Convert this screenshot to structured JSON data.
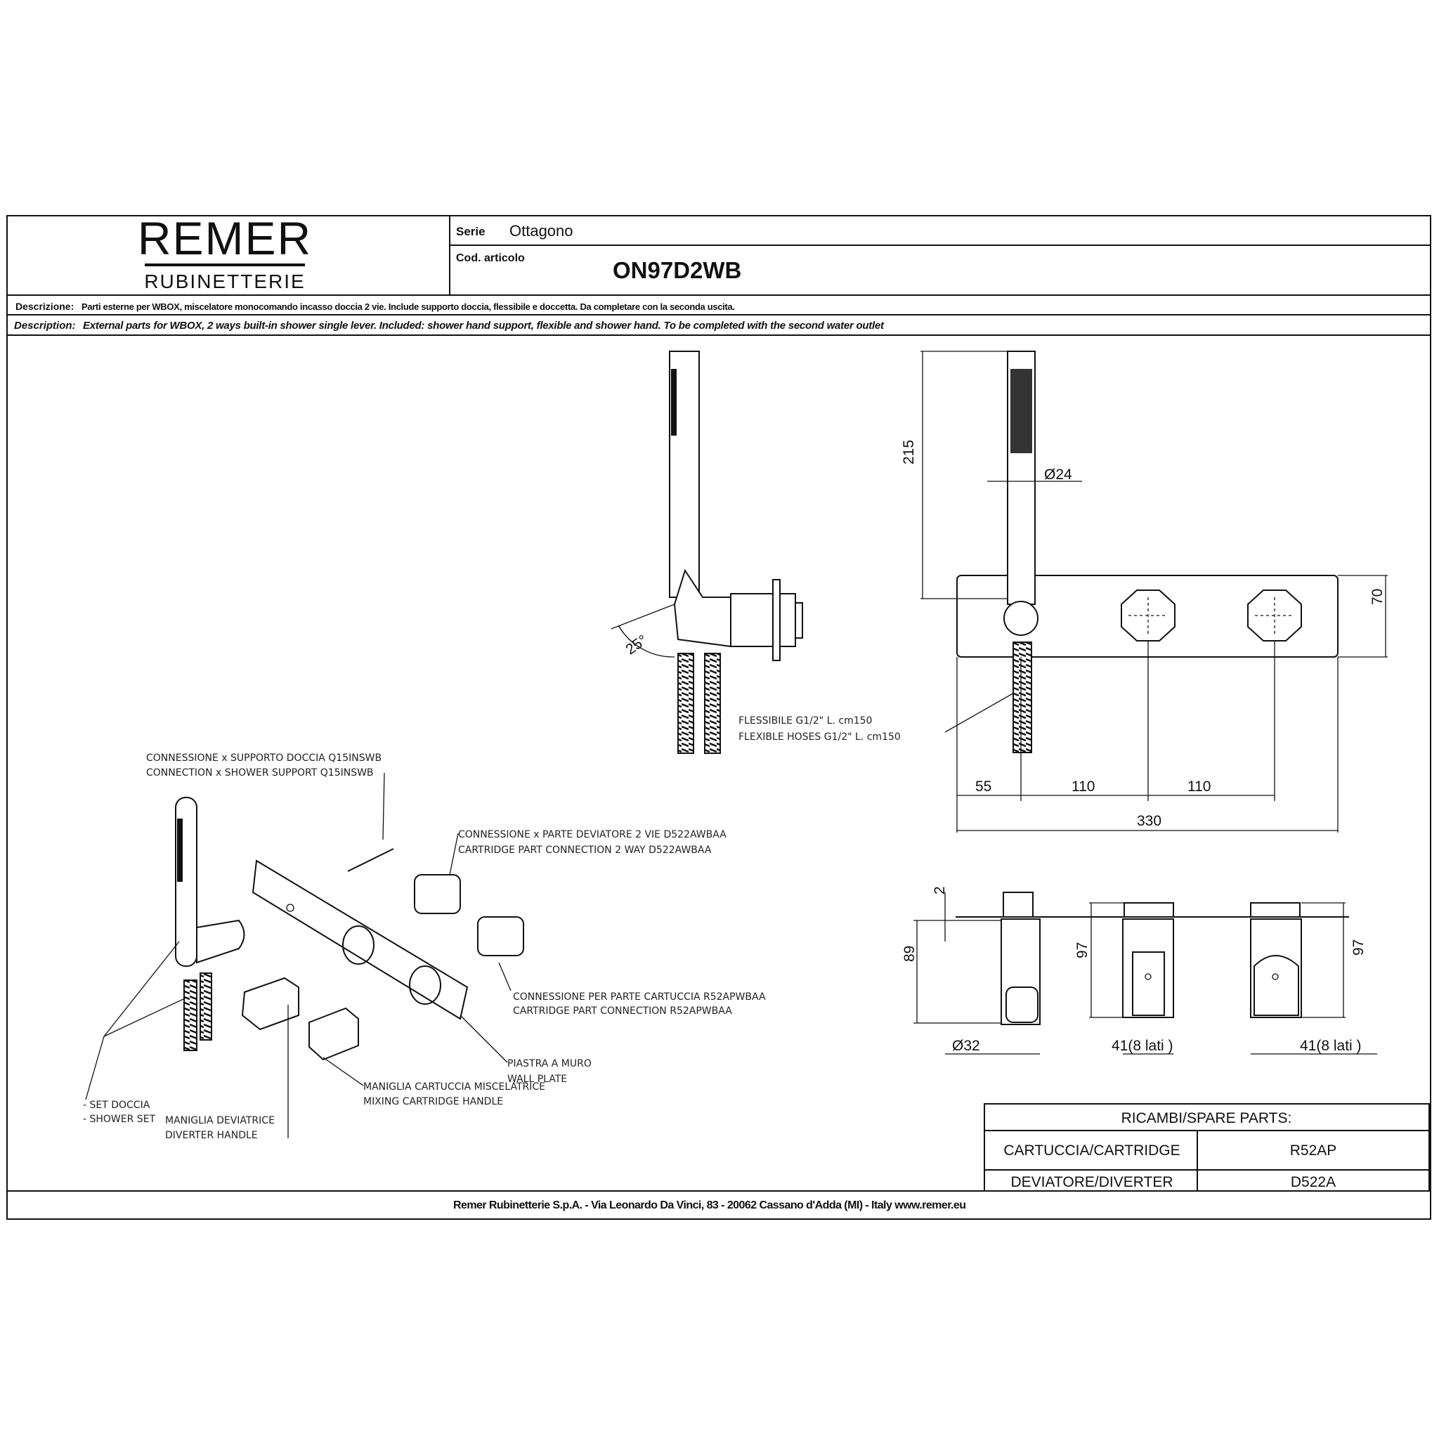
{
  "header": {
    "logo_main": "REMER",
    "logo_sub": "RUBINETTERIE",
    "serie_label": "Serie",
    "serie_value": "Ottagono",
    "code_label": "Cod. articolo",
    "code_value": "ON97D2WB"
  },
  "description": {
    "it_label": "Descrizione:",
    "it_text": "Parti esterne per WBOX, miscelatore monocomando incasso doccia 2 vie. Include supporto doccia, flessibile e doccetta. Da completare con la seconda uscita.",
    "en_label": "Description:",
    "en_text": "External parts for WBOX, 2 ways built-in shower single lever. Included: shower hand support, flexible and shower hand. To be completed with the second water outlet"
  },
  "side_view": {
    "angle": "25°",
    "hose_it": "FLESSIBILE G1/2\" L. cm150",
    "hose_en": "FLEXIBLE HOSES  G1/2\" L. cm150"
  },
  "front_view": {
    "height_215": "215",
    "diam_24": "Ø24",
    "height_70": "70",
    "dim_55": "55",
    "dim_110a": "110",
    "dim_110b": "110",
    "dim_330": "330"
  },
  "section_views": {
    "dim_2": "2",
    "dim_89": "89",
    "diam_32": "Ø32",
    "dim_97a": "97",
    "dim_41a": "41(8 lati )",
    "dim_97b": "97",
    "dim_41b": "41(8 lati )"
  },
  "exploded_labels": {
    "support_it": "CONNESSIONE x SUPPORTO DOCCIA Q15INSWB",
    "support_en": "CONNECTION x SHOWER SUPPORT Q15INSWB",
    "diverter_conn_it": "CONNESSIONE x PARTE DEVIATORE 2 VIE D522AWBAA",
    "diverter_conn_en": "CARTRIDGE PART CONNECTION 2 WAY D522AWBAA",
    "cartridge_conn_it": "CONNESSIONE PER PARTE CARTUCCIA R52APWBAA",
    "cartridge_conn_en": "CARTRIDGE PART CONNECTION R52APWBAA",
    "plate_it": "PIASTRA A MURO",
    "plate_en": "WALL PLATE",
    "mix_handle_it": "MANIGLIA CARTUCCIA MISCELATRICE",
    "mix_handle_en": "MIXING CARTRIDGE HANDLE",
    "shower_set_it": "- SET DOCCIA",
    "shower_set_en": "- SHOWER SET",
    "div_handle_it": "MANIGLIA DEVIATRICE",
    "div_handle_en": "DIVERTER HANDLE"
  },
  "spare_parts": {
    "title": "RICAMBI/SPARE PARTS:",
    "rows": [
      {
        "name": "CARTUCCIA/CARTRIDGE",
        "code": "R52AP"
      },
      {
        "name": "DEVIATORE/DIVERTER",
        "code": "D522A"
      }
    ]
  },
  "footer": {
    "address": "Remer Rubinetterie S.p.A. - Via Leonardo Da Vinci, 83 - 20062 Cassano d'Adda (MI) - Italy www.remer.eu"
  }
}
